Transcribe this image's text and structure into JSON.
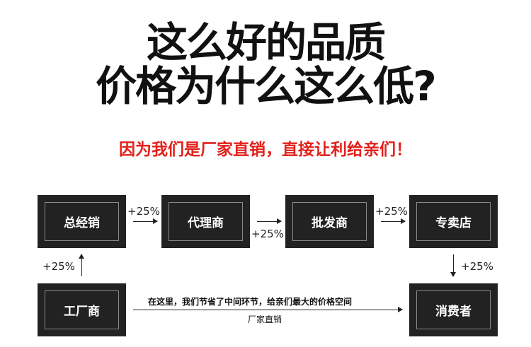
{
  "headline": {
    "line1": "这么好的品质",
    "line2": "价格为什么这么低?"
  },
  "subheadline": "因为我们是厂家直销，直接让利给亲们！",
  "colors": {
    "headline": "#111111",
    "subheadline": "#e3201b",
    "box": "#222222"
  },
  "flow": {
    "boxes": {
      "general_distributor": "总经销",
      "agent": "代理商",
      "wholesaler": "批发商",
      "store": "专卖店",
      "factory": "工厂商",
      "consumer": "消费者"
    },
    "markups": {
      "factory_to_general": "+25%",
      "general_to_agent": "+25%",
      "agent_to_wholesaler": "+25%",
      "wholesaler_to_store": "+25%",
      "store_to_consumer": "+25%"
    },
    "direct_note": "在这里，我们节省了中间环节，给亲们最大的价格空间",
    "direct_label": "厂家直销"
  }
}
